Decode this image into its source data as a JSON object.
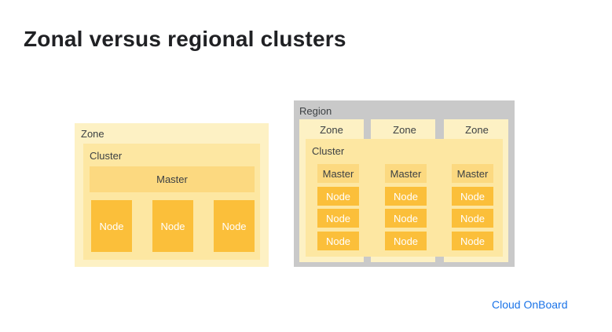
{
  "title": "Zonal versus regional clusters",
  "zonal": {
    "zone_label": "Zone",
    "cluster_label": "Cluster",
    "master_label": "Master",
    "nodes": [
      "Node",
      "Node",
      "Node"
    ]
  },
  "regional": {
    "region_label": "Region",
    "zones": [
      "Zone",
      "Zone",
      "Zone"
    ],
    "cluster_label": "Cluster",
    "columns": [
      {
        "master": "Master",
        "nodes": [
          "Node",
          "Node",
          "Node"
        ]
      },
      {
        "master": "Master",
        "nodes": [
          "Node",
          "Node",
          "Node"
        ]
      },
      {
        "master": "Master",
        "nodes": [
          "Node",
          "Node",
          "Node"
        ]
      }
    ]
  },
  "footer": "Cloud OnBoard",
  "colors": {
    "zone": "#fdf1c4",
    "cluster": "#fde7a2",
    "master": "#fcd980",
    "node": "#fbbf3a",
    "region": "#c9c9c9",
    "footer": "#1a73e8"
  }
}
